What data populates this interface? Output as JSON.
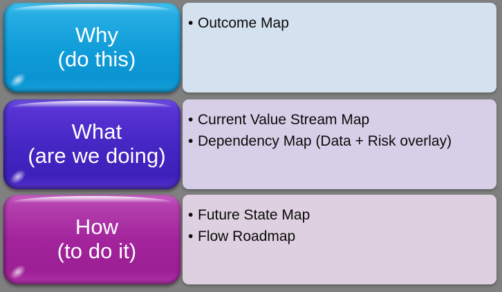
{
  "background_color": "#808080",
  "rows": [
    {
      "key": "why",
      "pill_label": "Why\n(do this)",
      "pill_color": "#0f9cd8",
      "panel_color": "#d4e2f0",
      "bullet_glyph": "•",
      "items": [
        "Outcome Map"
      ]
    },
    {
      "key": "what",
      "pill_label": "What\n(are we doing)",
      "pill_color": "#4527c4",
      "panel_color": "#d6cfe7",
      "bullet_glyph": "•",
      "items": [
        "Current Value Stream Map",
        "Dependency Map (Data + Risk overlay)"
      ]
    },
    {
      "key": "how",
      "pill_label": "How\n(to do it)",
      "pill_color": "#a2239b",
      "panel_color": "#ded0e0",
      "bullet_glyph": "•",
      "items": [
        "Future State Map",
        "Flow Roadmap"
      ]
    }
  ]
}
